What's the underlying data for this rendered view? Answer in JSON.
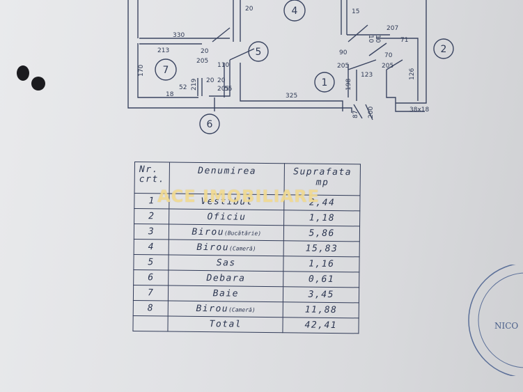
{
  "floor_plan": {
    "room_numbers": [
      "1",
      "2",
      "4",
      "5",
      "6",
      "7"
    ],
    "dimensions": [
      "20",
      "330",
      "213",
      "20",
      "205",
      "110",
      "20",
      "20",
      "205",
      "55",
      "170",
      "52",
      "219",
      "18",
      "325",
      "90",
      "205",
      "123",
      "198",
      "207",
      "71",
      "70",
      "205",
      "126",
      "10",
      "10",
      "15",
      "87",
      "200",
      "38x18"
    ]
  },
  "table": {
    "headers": {
      "nr": "Nr. crt.",
      "name": "Denumirea",
      "area": "Suprafata mp"
    },
    "rows": [
      {
        "nr": "1",
        "name": "Vestibul",
        "note": "",
        "area": "2,44"
      },
      {
        "nr": "2",
        "name": "Oficiu",
        "note": "",
        "area": "1,18"
      },
      {
        "nr": "3",
        "name": "Birou",
        "note": "(Bucătărie)",
        "area": "5,86"
      },
      {
        "nr": "4",
        "name": "Birou",
        "note": "(Cameră)",
        "area": "15,83"
      },
      {
        "nr": "5",
        "name": "Sas",
        "note": "",
        "area": "1,16"
      },
      {
        "nr": "6",
        "name": "Debara",
        "note": "",
        "area": "0,61"
      },
      {
        "nr": "7",
        "name": "Baie",
        "note": "",
        "area": "3,45"
      },
      {
        "nr": "8",
        "name": "Birou",
        "note": "(Cameră)",
        "area": "11,88"
      }
    ],
    "total": {
      "label": "Total",
      "area": "42,41"
    }
  },
  "watermark": "ACE IMOBILIARE",
  "stamp_text": "NICO"
}
